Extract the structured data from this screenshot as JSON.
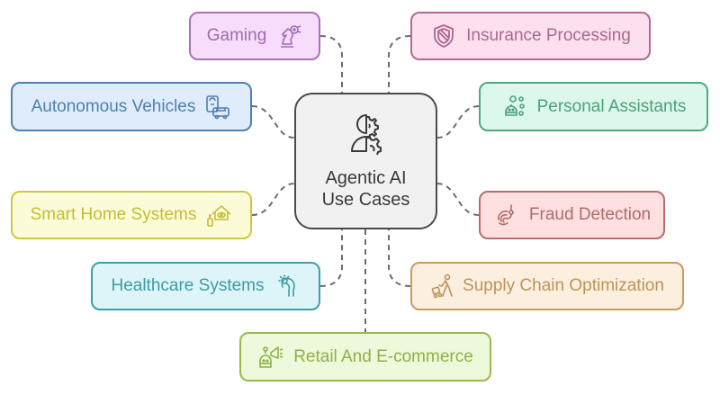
{
  "center": {
    "line1": "Agentic AI",
    "line2": "Use Cases",
    "icon": "agent-gear-icon",
    "colors": {
      "border": "#4a4a4a",
      "fill": "#f1f1f1",
      "text": "#3a3a3a"
    }
  },
  "nodes": [
    {
      "id": "gaming",
      "label": "Gaming",
      "icon": "chess-knight-icon",
      "side": "left",
      "colors": {
        "border": "#a872b8",
        "fill": "#f8dcfb",
        "text": "#9d6cae"
      }
    },
    {
      "id": "insurance",
      "label": "Insurance Processing",
      "icon": "shield-icon",
      "side": "right",
      "colors": {
        "border": "#b06a94",
        "fill": "#fde0f0",
        "text": "#a9678d"
      }
    },
    {
      "id": "autonomous",
      "label": "Autonomous Vehicles",
      "icon": "vehicle-icon",
      "side": "left",
      "colors": {
        "border": "#4f80b3",
        "fill": "#deecfb",
        "text": "#4f7fae"
      }
    },
    {
      "id": "assistants",
      "label": "Personal Assistants",
      "icon": "robot-assistant-icon",
      "side": "right",
      "colors": {
        "border": "#4fa882",
        "fill": "#dcf8ea",
        "text": "#4aa17c"
      }
    },
    {
      "id": "smarthome",
      "label": "Smart Home Systems",
      "icon": "smart-home-icon",
      "side": "left",
      "colors": {
        "border": "#cfc840",
        "fill": "#fcfbd7",
        "text": "#c4bd35"
      }
    },
    {
      "id": "fraud",
      "label": "Fraud Detection",
      "icon": "fingerprint-icon",
      "side": "right",
      "colors": {
        "border": "#b86d6d",
        "fill": "#fde0df",
        "text": "#b06b6b"
      }
    },
    {
      "id": "healthcare",
      "label": "Healthcare Systems",
      "icon": "healthcare-hand-icon",
      "side": "left",
      "colors": {
        "border": "#3f9ea8",
        "fill": "#ddf5f8",
        "text": "#3f9aa3"
      }
    },
    {
      "id": "supply",
      "label": "Supply Chain Optimization",
      "icon": "delivery-worker-icon",
      "side": "right",
      "colors": {
        "border": "#c89c5e",
        "fill": "#fcefdf",
        "text": "#bd935a"
      }
    },
    {
      "id": "retail",
      "label": "Retail And E-commerce",
      "icon": "megaphone-robot-icon",
      "side": "left",
      "colors": {
        "border": "#9ab84c",
        "fill": "#eef8da",
        "text": "#8fb046"
      }
    }
  ],
  "connector": {
    "color": "#6b6b6b",
    "style": "dashed"
  }
}
